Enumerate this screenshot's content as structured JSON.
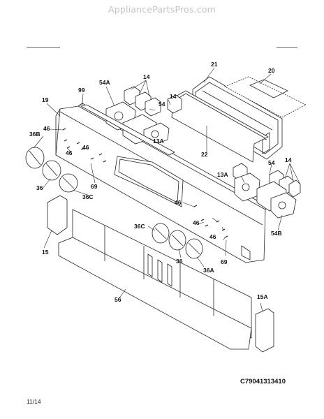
{
  "watermark": "AppliancePartsPros.com",
  "diagram_code": "C79041313410",
  "revision_date": "11/14",
  "callouts": {
    "c14a": "14",
    "c14b": "14",
    "c14c": "14",
    "c21": "21",
    "c20": "20",
    "c99": "99",
    "c19": "19",
    "c54A": "54A",
    "c54a": "54",
    "c54b": "54",
    "c46a": "46",
    "c46b": "46",
    "c46c": "46",
    "c46d": "46",
    "c46e": "46",
    "c46f": "46",
    "c36B": "36B",
    "c36a": "36",
    "c36b": "36",
    "c36C": "36C",
    "c36Cb": "36C",
    "c36A": "36A",
    "c13A": "13A",
    "c13Ab": "13A",
    "c22": "22",
    "c69a": "69",
    "c69b": "69",
    "c15": "15",
    "c15A": "15A",
    "c56": "56",
    "c54B": "54B"
  }
}
